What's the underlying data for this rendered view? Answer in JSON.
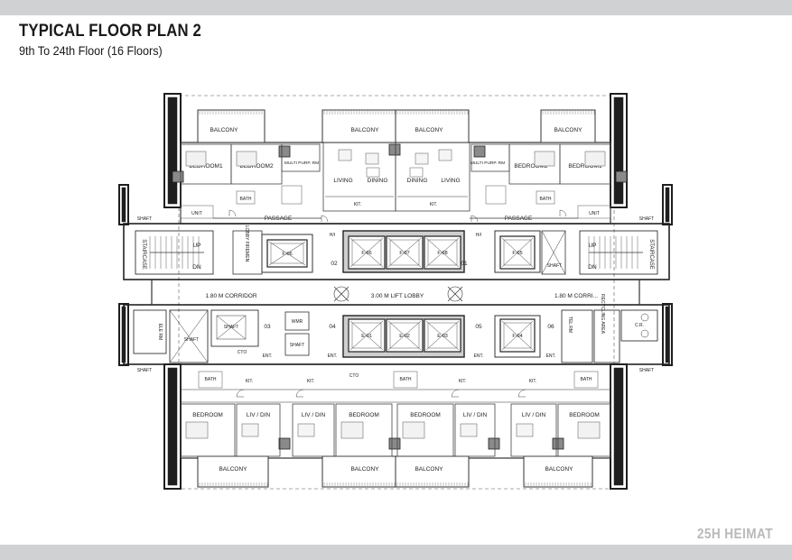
{
  "header": {
    "title": "TYPICAL FLOOR PLAN 2",
    "subtitle": "9th To 24th Floor (16 Floors)"
  },
  "footer": {
    "brand": "25H HEIMAT"
  },
  "colors": {
    "wall": "#1e1e1e",
    "line": "#333333",
    "core_fill": "#8a8a8a",
    "core_light": "#cfcfcf",
    "band": "#cfd1d3",
    "brand_gray": "#b7b9bb"
  },
  "plan": {
    "labels": {
      "balcony": "BALCONY",
      "bedroom": "BEDROOM",
      "bedroom1": "BEDROOM1",
      "bedroom2": "BEDROOM2",
      "multi_purpose": "MULTI PURP. RM",
      "living": "LIVING",
      "dining": "DINING",
      "kit": "KIT.",
      "bath": "BATH",
      "passage": "PASSAGE",
      "lobby": "LOBBY FIREMEN",
      "staircase": "STAIRCASE",
      "up": "UP",
      "dn": "DN",
      "shaft": "SHAFT",
      "corridor_left": "1.80 M CORRIDOR",
      "corridor_right": "1.80 M CORRI...",
      "lift_lobby": "3.00 M LIFT LOBBY",
      "elerm": "ELE RM",
      "telrm": "TEL RM",
      "recycling": "RECYCLING AREA",
      "cr": "C.R.",
      "wmr": "WMR",
      "liv_din": "LIV / DIN",
      "ent": "ENT.",
      "hn": "H/I",
      "cto": "CTO",
      "unit": "UNIT"
    },
    "units": [
      "01",
      "02",
      "03",
      "04",
      "05",
      "06"
    ],
    "lifts_top": [
      "F-06",
      "F-06",
      "F-07",
      "F-08",
      "F-05"
    ],
    "lifts_bottom": [
      "E-01",
      "E-02",
      "E-03",
      "F-04"
    ]
  }
}
